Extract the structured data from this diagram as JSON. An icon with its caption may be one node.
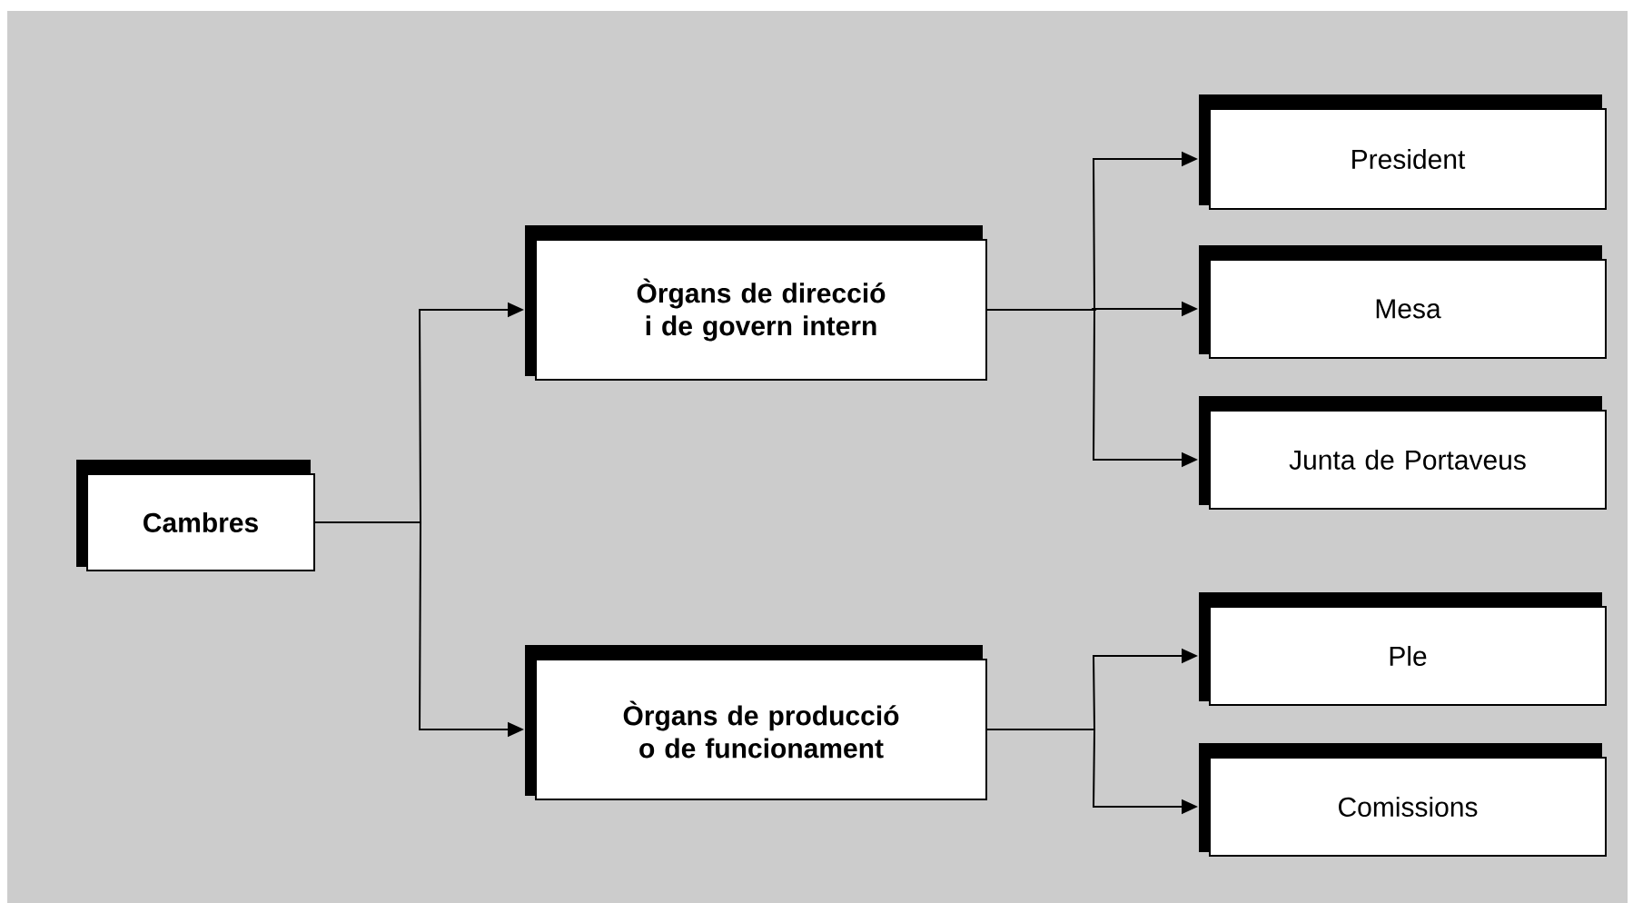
{
  "diagram": {
    "nodes": [
      {
        "text": [
          "Cambres"
        ]
      },
      {
        "text": [
          "Òrgans de direcció i de govern intern"
        ]
      },
      {
        "text": [
          "Òrgans de producció o de funcionament"
        ]
      },
      {
        "text": [
          "President"
        ]
      },
      {
        "text": [
          "Mesa"
        ]
      },
      {
        "text": [
          "Junta de Portaveus"
        ]
      },
      {
        "text": [
          "Ple"
        ]
      },
      {
        "text": [
          "Comissions"
        ]
      }
    ],
    "edges": [
      {
        "from": 0,
        "to": 1,
        "arrow": "to"
      },
      {
        "from": 0,
        "to": 2,
        "arrow": "to"
      },
      {
        "from": 1,
        "to": 3,
        "arrow": "to"
      },
      {
        "from": 1,
        "to": 4,
        "arrow": "to"
      },
      {
        "from": 1,
        "to": 5,
        "arrow": "to"
      },
      {
        "from": 2,
        "to": 6,
        "arrow": "to"
      },
      {
        "from": 2,
        "to": 7,
        "arrow": "to"
      }
    ]
  }
}
